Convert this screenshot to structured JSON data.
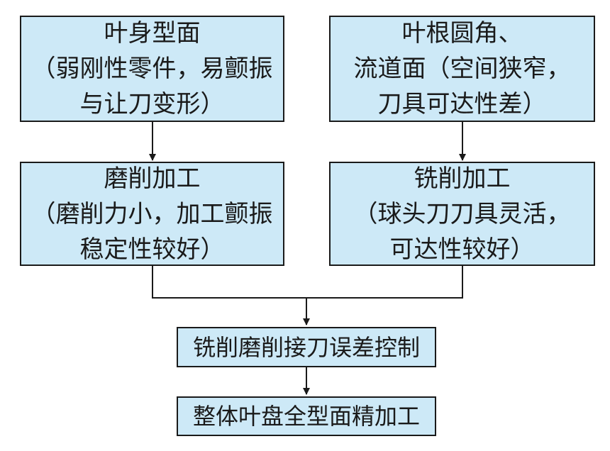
{
  "nodes": {
    "blade_profile": {
      "lines": [
        "叶身型面",
        "（弱刚性零件，易颤振",
        "与让刀变形）"
      ]
    },
    "root_fillet": {
      "lines": [
        "叶根圆角、",
        "流道面（空间狭窄，",
        "刀具可达性差）"
      ]
    },
    "grinding": {
      "lines": [
        "磨削加工",
        "（磨削力小，加工颤振",
        "稳定性较好）"
      ]
    },
    "milling": {
      "lines": [
        "铣削加工",
        "（球头刀刀具灵活，",
        "可达性较好）"
      ]
    },
    "error_control": {
      "text": "铣削磨削接刀误差控制"
    },
    "finish": {
      "text": "整体叶盘全型面精加工"
    }
  },
  "colors": {
    "box_fill": "#cde9f7",
    "line": "#1a1a1a"
  }
}
